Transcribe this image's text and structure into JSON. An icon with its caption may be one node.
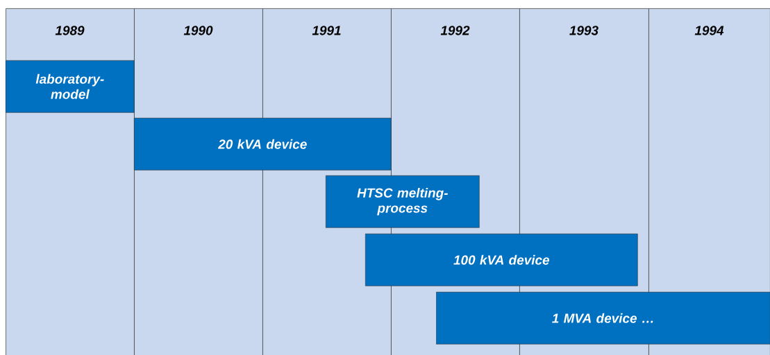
{
  "diagram": {
    "nodes": [
      {
        "text": [
          "1989"
        ]
      },
      {
        "text": [
          "1990"
        ]
      },
      {
        "text": [
          "1991"
        ]
      },
      {
        "text": [
          "1992"
        ]
      },
      {
        "text": [
          "1993"
        ]
      },
      {
        "text": [
          "1994"
        ]
      },
      {
        "text": [
          "laboratory-model"
        ],
        "in": 0
      },
      {
        "text": [
          "20 kVA device"
        ]
      },
      {
        "text": [
          "HTSC melting-process"
        ]
      },
      {
        "text": [
          "100 kVA device"
        ]
      },
      {
        "text": [
          "1 MVA device …"
        ]
      }
    ]
  }
}
